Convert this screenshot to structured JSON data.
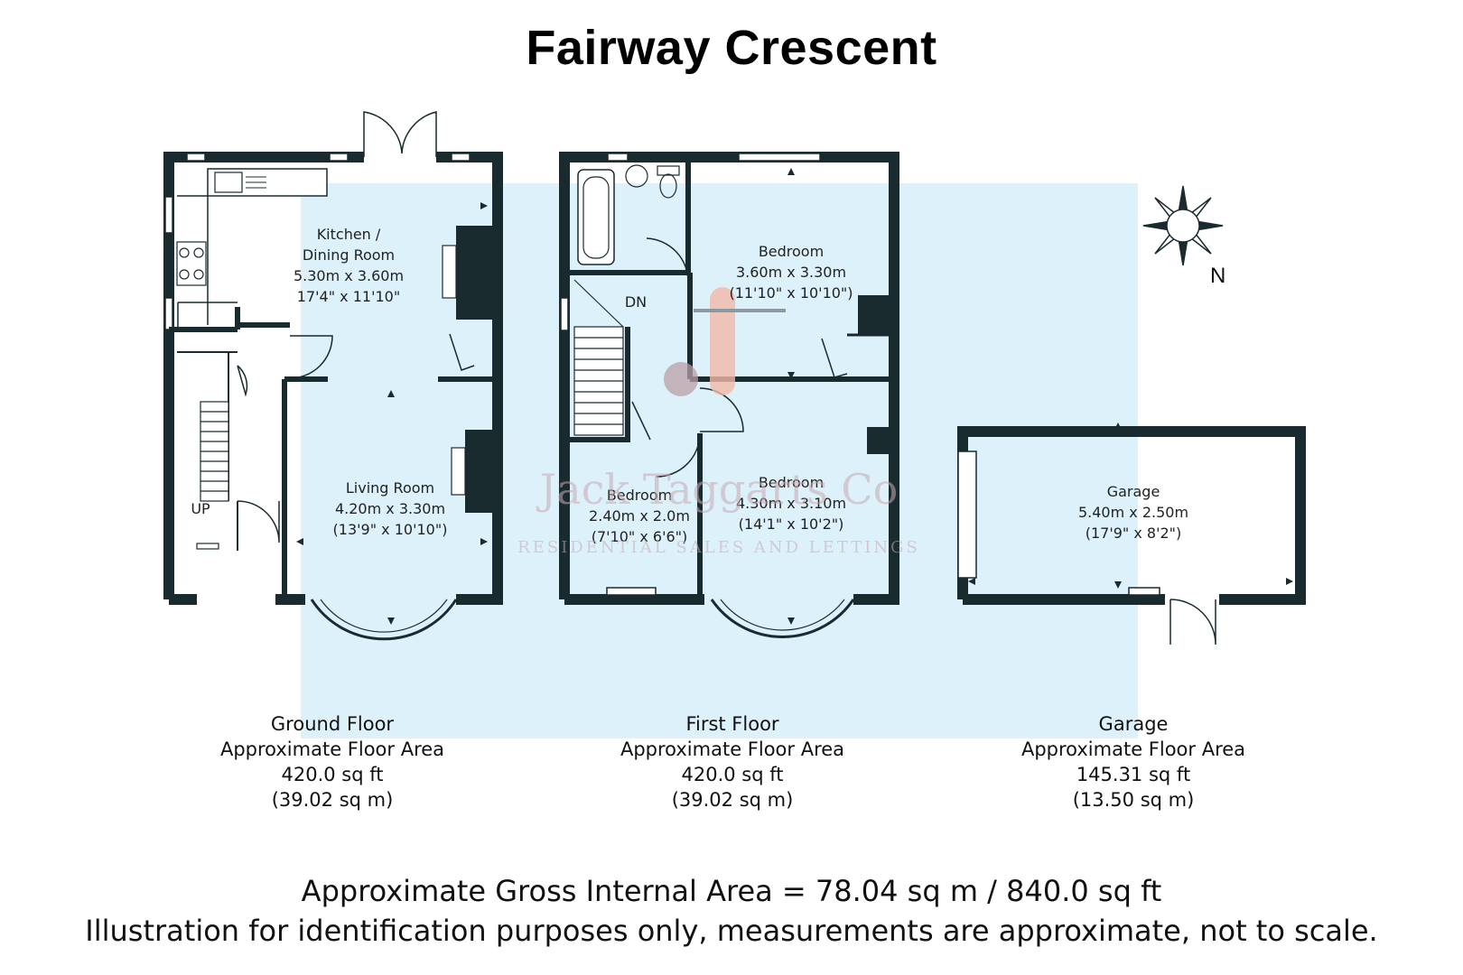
{
  "title": "Fairway Crescent",
  "watermark": {
    "name": "Jack Taggarts Co",
    "tagline": "RESIDENTIAL SALES AND LETTINGS",
    "color": "#c9a9b0"
  },
  "colors": {
    "wall": "#1a2b2f",
    "overlay": "#d7eef9",
    "accent": "#f4b9a8"
  },
  "compass": {
    "label": "N",
    "icon": "compass-rose-icon"
  },
  "floors": [
    {
      "name": "Ground Floor",
      "area_label": "Approximate Floor Area",
      "sqft": "420.0 sq ft",
      "sqm": "(39.02 sq m)",
      "rooms": [
        {
          "name": "Kitchen /",
          "name2": "Dining Room",
          "metric": "5.30m x 3.60m",
          "imperial": "17'4\" x 11'10\""
        },
        {
          "name": "Living Room",
          "metric": "4.20m x 3.30m",
          "imperial": "(13'9\" x 10'10\")"
        }
      ],
      "stairs_label": "UP"
    },
    {
      "name": "First Floor",
      "area_label": "Approximate Floor Area",
      "sqft": "420.0 sq ft",
      "sqm": "(39.02 sq m)",
      "rooms": [
        {
          "name": "Bedroom",
          "metric": "3.60m x 3.30m",
          "imperial": "(11'10\" x 10'10\")"
        },
        {
          "name": "Bedroom",
          "metric": "2.40m x 2.0m",
          "imperial": "(7'10\" x 6'6\")"
        },
        {
          "name": "Bedroom",
          "metric": "4.30m x 3.10m",
          "imperial": "(14'1\" x 10'2\")"
        }
      ],
      "stairs_label": "DN"
    },
    {
      "name": "Garage",
      "area_label": "Approximate Floor Area",
      "sqft": "145.31 sq ft",
      "sqm": "(13.50 sq m)",
      "rooms": [
        {
          "name": "Garage",
          "metric": "5.40m x 2.50m",
          "imperial": "(17'9\" x 8'2\")"
        }
      ]
    }
  ],
  "gross_area": "Approximate Gross Internal Area = 78.04 sq m / 840.0 sq ft",
  "disclaimer": "Illustration for identification purposes only, measurements are approximate, not to scale."
}
